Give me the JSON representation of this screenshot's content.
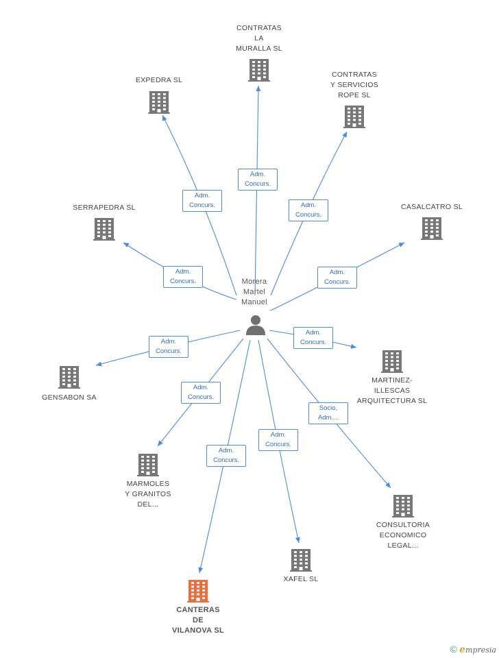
{
  "center": {
    "name": "Morera\nMartel\nManuel",
    "icon": "person-icon"
  },
  "colors": {
    "edge": "#4a8be0",
    "building": "#777777",
    "focus_building": "#f26b3a"
  },
  "nodes": [
    {
      "id": "contratas-la-muralla",
      "label": "CONTRATAS\nLA\nMURALLA SL",
      "icon": "building-icon"
    },
    {
      "id": "expedra",
      "label": "EXPEDRA SL",
      "icon": "building-icon"
    },
    {
      "id": "contratas-y-servicios-rope",
      "label": "CONTRATAS\nY SERVICIOS\nROPE SL",
      "icon": "building-icon"
    },
    {
      "id": "serrapedra",
      "label": "SERRAPEDRA SL",
      "icon": "building-icon"
    },
    {
      "id": "casalcatro",
      "label": "CASALCATRO SL",
      "icon": "building-icon"
    },
    {
      "id": "gensabon",
      "label": "GENSABON SA",
      "icon": "building-icon"
    },
    {
      "id": "martinez-illescas",
      "label": "MARTINEZ-\nILLESCAS\nARQUITECTURA SL",
      "icon": "building-icon"
    },
    {
      "id": "marmoles",
      "label": "MARMOLES\nY GRANITOS\nDEL...",
      "icon": "building-icon"
    },
    {
      "id": "consultoria",
      "label": "CONSULTORIA\nECONOMICO\nLEGAL...",
      "icon": "building-icon"
    },
    {
      "id": "xafel",
      "label": "XAFEL SL",
      "icon": "building-icon"
    },
    {
      "id": "canteras-de-vilanova",
      "label": "CANTERAS\nDE\nVILANOVA SL",
      "icon": "building-icon",
      "focus": true
    }
  ],
  "edges": [
    {
      "to": "contratas-la-muralla",
      "label": "Adm.\nConcurs."
    },
    {
      "to": "expedra",
      "label": "Adm.\nConcurs."
    },
    {
      "to": "contratas-y-servicios-rope",
      "label": "Adm.\nConcurs."
    },
    {
      "to": "serrapedra",
      "label": "Adm.\nConcurs."
    },
    {
      "to": "casalcatro",
      "label": "Adm.\nConcurs."
    },
    {
      "to": "gensabon",
      "label": "Adm.\nConcurs."
    },
    {
      "to": "martinez-illescas",
      "label": "Adm.\nConcurs."
    },
    {
      "to": "marmoles",
      "label": "Adm.\nConcurs."
    },
    {
      "to": "consultoria",
      "label": "Socio,\nAdm...."
    },
    {
      "to": "xafel",
      "label": "Adm.\nConcurs."
    },
    {
      "to": "canteras-de-vilanova",
      "label": "Adm.\nConcurs."
    }
  ],
  "footer": {
    "copyright": "©",
    "brand_initial": "e",
    "brand_rest": "mpresia"
  }
}
